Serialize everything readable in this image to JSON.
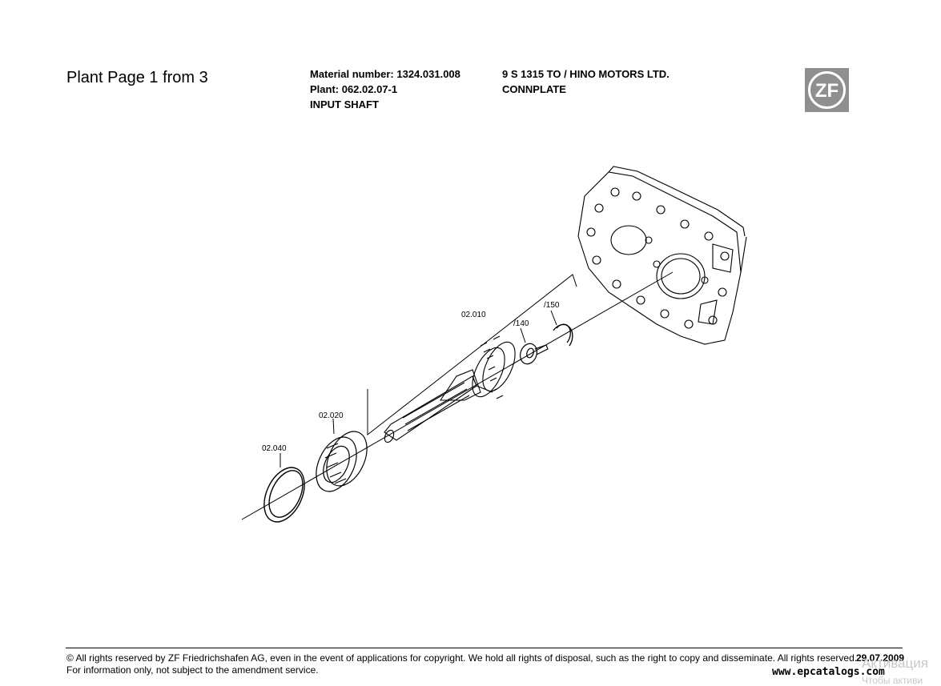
{
  "header": {
    "page_label": "Plant Page 1 from 3",
    "material_number": "Material number: 1324.031.008",
    "plant": "Plant: 062.02.07-1",
    "group": "INPUT SHAFT",
    "model": "9 S 1315 TO / HINO MOTORS LTD.",
    "subgroup": "CONNPLATE",
    "logo_text": "ZF",
    "logo_color": "#8f8f8f"
  },
  "drawing": {
    "callouts": {
      "shaft": "02.010",
      "bearing": "02.020",
      "ring": "02.040",
      "washer": "/140",
      "circlip": "/150"
    }
  },
  "footer": {
    "copyright": "© All rights reserved by ZF Friedrichshafen AG, even in the event of applications for copyright. We hold all rights of disposal, such as the right to copy and disseminate. All rights reserved.",
    "notice": "For information only, not subject to the amendment service.",
    "date": "29.07.2009",
    "watermark": "www.epcatalogs.com",
    "overlay_line1": "Активация",
    "overlay_line2": "Чтобы активи"
  }
}
